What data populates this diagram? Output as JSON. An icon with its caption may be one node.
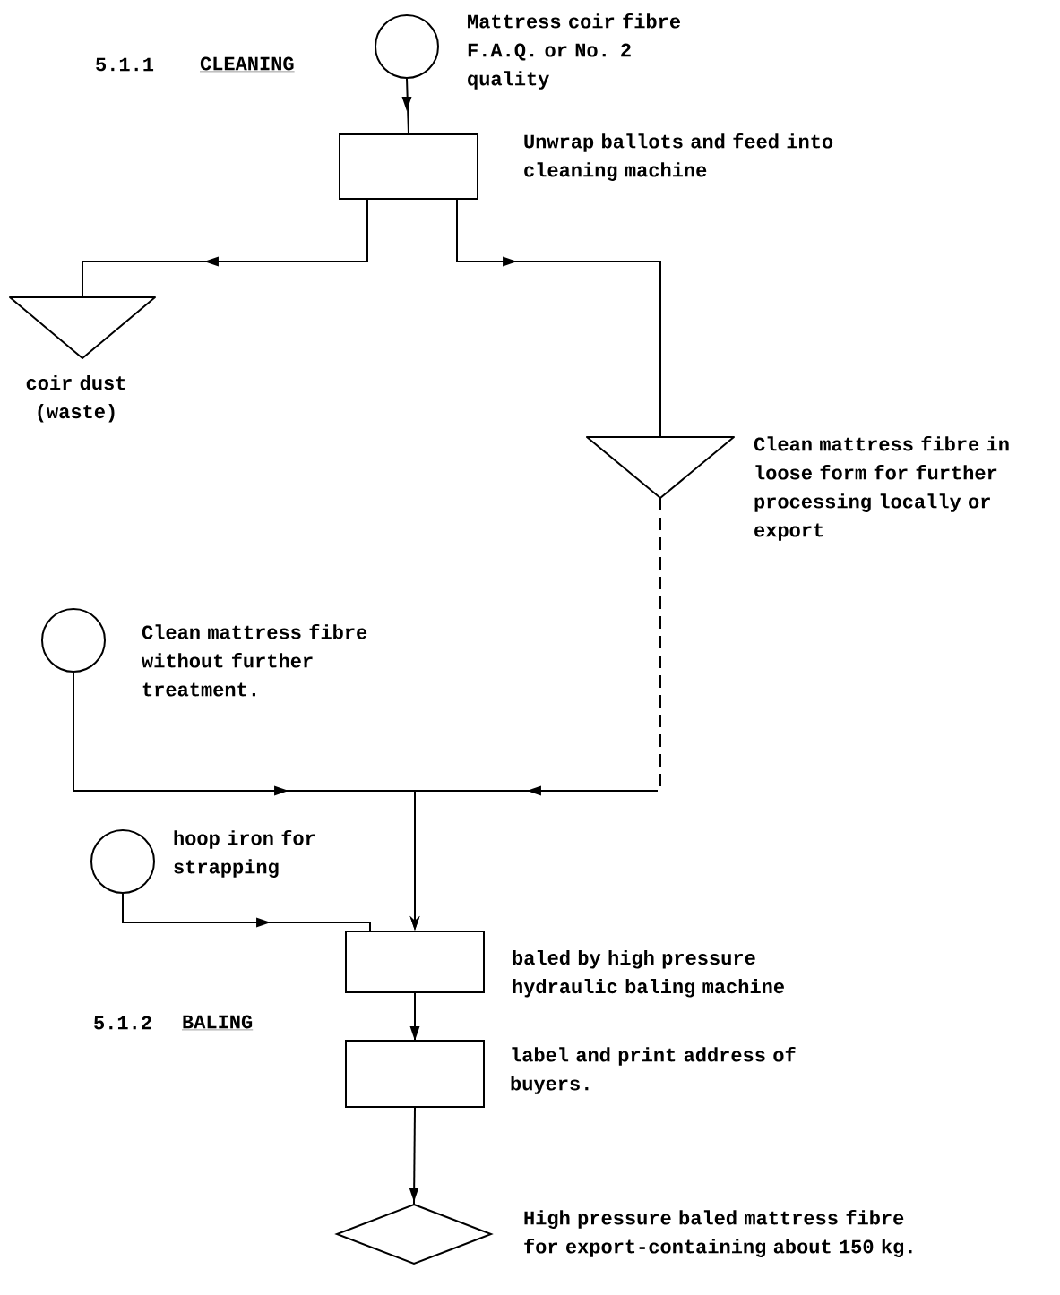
{
  "diagram": {
    "nodes": [
      {
        "text": [],
        "shape": "circle",
        "beside": [
          "Mattress coir fibre F.A.Q. or No. 2 quality"
        ]
      },
      {
        "text": [],
        "shape": "box",
        "beside": [
          "Unwrap ballots and feed into cleaning machine"
        ]
      },
      {
        "text": [],
        "shape": "triangle",
        "beside": [
          "coir dust (waste)"
        ]
      },
      {
        "text": [],
        "shape": "triangle",
        "beside": [
          "Clean mattress fibre in loose form for further processing locally or export"
        ]
      },
      {
        "text": [],
        "shape": "circle",
        "beside": [
          "Clean mattress fibre without further treatment."
        ]
      },
      {
        "text": [],
        "shape": "circle",
        "beside": [
          "hoop iron for strapping"
        ]
      },
      {
        "text": [],
        "shape": "box",
        "beside": [
          "baled by high pressure hydraulic baling machine"
        ]
      },
      {
        "text": [],
        "shape": "box",
        "beside": [
          "label and print address of buyers."
        ]
      },
      {
        "text": [],
        "shape": "diamond",
        "beside": [
          "High pressure baled mattress fibre for export-containing about 150 kg."
        ]
      }
    ],
    "edges": [
      {
        "from": 0,
        "to": 1,
        "arrow": "to"
      },
      {
        "from": 1,
        "to": 2,
        "arrow": "to"
      },
      {
        "from": 1,
        "to": 3,
        "arrow": "to"
      },
      {
        "from": 3,
        "to": 6,
        "arrow": "to",
        "style": "dashed"
      },
      {
        "from": 4,
        "to": 6,
        "arrow": "to"
      },
      {
        "from": 5,
        "to": 6,
        "arrow": "to"
      },
      {
        "from": 6,
        "to": 7,
        "arrow": "to"
      },
      {
        "from": 7,
        "to": 8,
        "arrow": "to"
      }
    ],
    "labels": [
      "5.1.1",
      "CLEANING",
      "5.1.2",
      "BALING"
    ]
  }
}
